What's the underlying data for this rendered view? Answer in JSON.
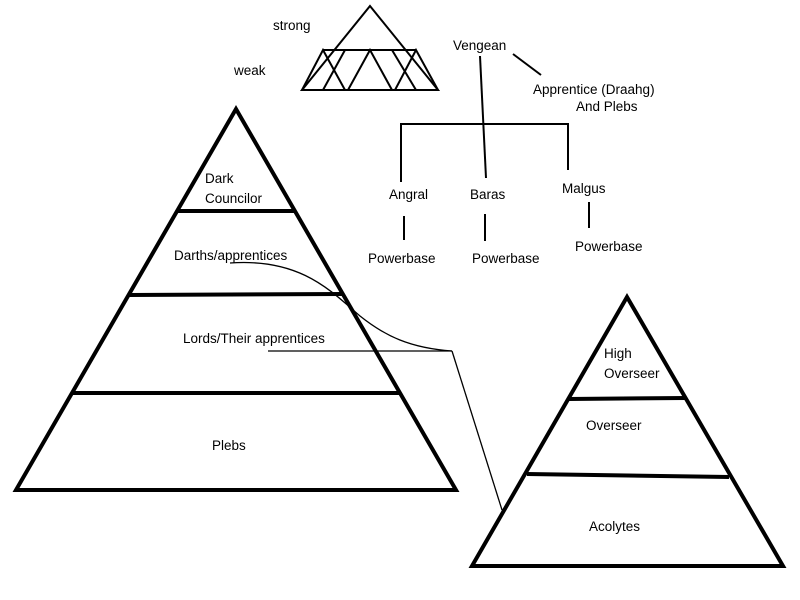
{
  "legend": {
    "strong_label": "strong",
    "weak_label": "weak"
  },
  "org_chart": {
    "root": "Vengean",
    "side_node_line1": "Apprentice (Draahg)",
    "side_node_line2": "And Plebs",
    "branches": [
      {
        "name": "Angral",
        "child": "Powerbase"
      },
      {
        "name": "Baras",
        "child": "Powerbase"
      },
      {
        "name": "Malgus",
        "child": "Powerbase"
      }
    ]
  },
  "main_pyramid": {
    "tiers": [
      {
        "line1": "Dark",
        "line2": "Councilor"
      },
      {
        "line1": "Darths/apprentices"
      },
      {
        "line1": "Lords/Their apprentices"
      },
      {
        "line1": "Plebs"
      }
    ]
  },
  "sub_pyramid": {
    "tiers": [
      {
        "line1": "High",
        "line2": "Overseer"
      },
      {
        "line1": "Overseer"
      },
      {
        "line1": "Acolytes"
      }
    ]
  },
  "colors": {
    "ink": "#000000",
    "background": "#ffffff"
  }
}
